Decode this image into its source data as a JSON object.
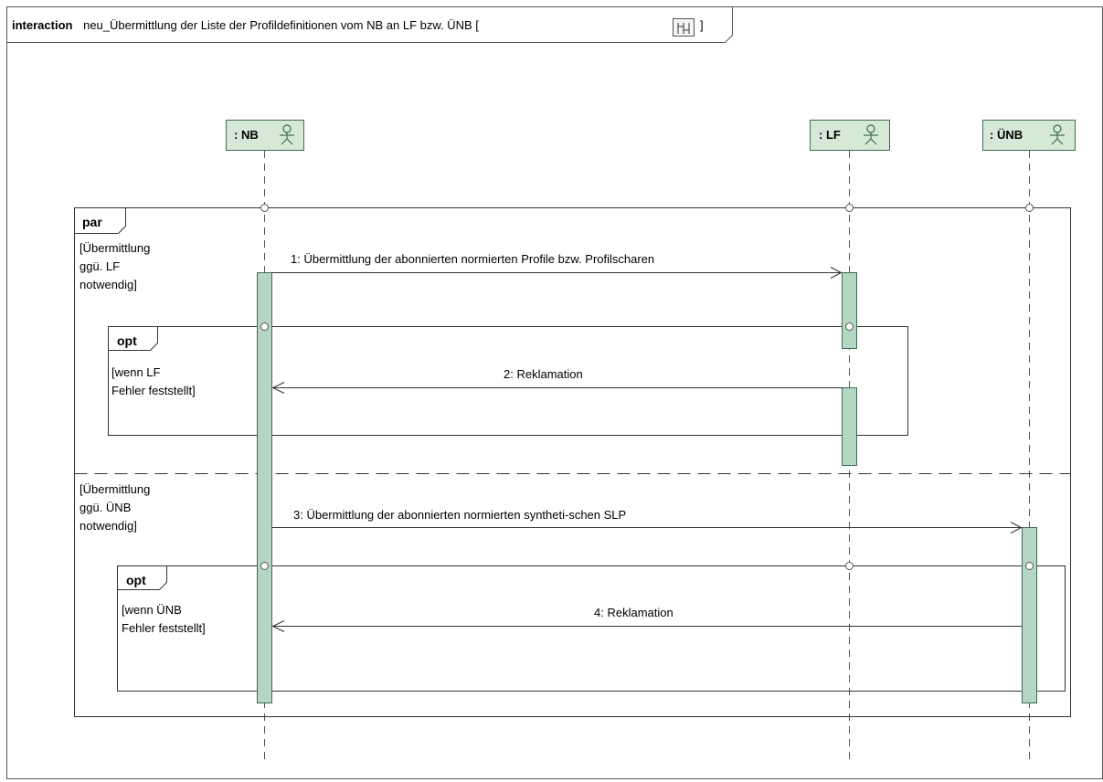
{
  "frame": {
    "keyword": "interaction",
    "name": "neu_Übermittlung der Liste der Profildefinitionen vom NB an LF bzw. ÜNB [",
    "suffix": "]",
    "icon": "diagram-icon"
  },
  "lifelines": [
    {
      "id": "nb",
      "label": ": NB",
      "icon": "actor-icon"
    },
    {
      "id": "lf",
      "label": ": LF",
      "icon": "actor-icon"
    },
    {
      "id": "unb",
      "label": ": ÜNB",
      "icon": "actor-icon"
    }
  ],
  "fragments": {
    "par": {
      "operator": "par",
      "guards": [
        [
          "[Übermittlung",
          "ggü. LF",
          "notwendig]"
        ],
        [
          "[Übermittlung",
          "ggü. ÜNB",
          "notwendig]"
        ]
      ]
    },
    "opt1": {
      "operator": "opt",
      "guard": [
        "[wenn LF",
        "Fehler feststellt]"
      ]
    },
    "opt2": {
      "operator": "opt",
      "guard": [
        "[wenn ÜNB",
        "Fehler feststellt]"
      ]
    }
  },
  "messages": [
    {
      "label": "1: Übermittlung der abonnierten normierten Profile bzw. Profilscharen",
      "from": "NB",
      "to": "LF"
    },
    {
      "label": "2: Reklamation",
      "from": "LF",
      "to": "NB"
    },
    {
      "label": "3: Übermittlung der abonnierten normierten syntheti-schen SLP",
      "from": "NB",
      "to": "ÜNB"
    },
    {
      "label": "4: Reklamation",
      "from": "ÜNB",
      "to": "NB"
    }
  ],
  "colors": {
    "lifeline_fill": "#d6e8d6",
    "lifeline_border": "#3f6b52",
    "activation_fill": "#b5d6c3",
    "line": "#333333"
  }
}
